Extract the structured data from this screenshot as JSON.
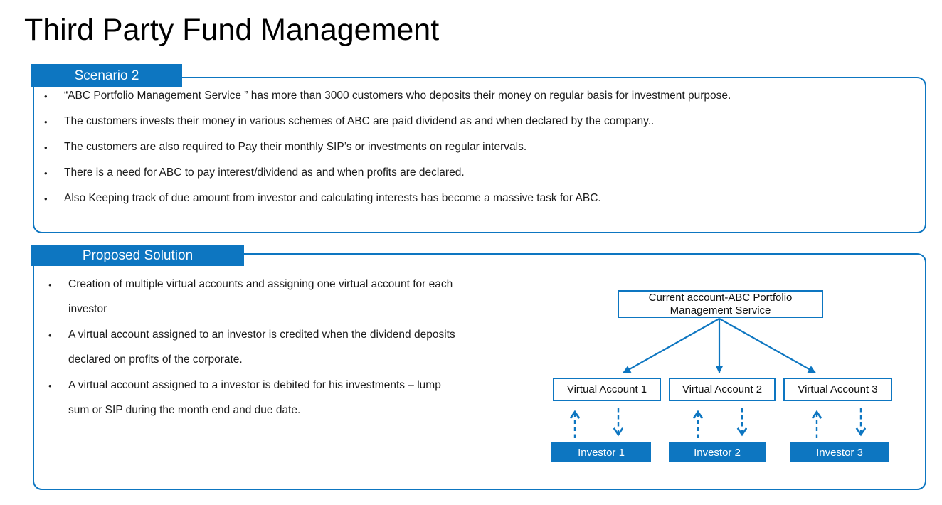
{
  "page": {
    "title": "Third Party Fund Management"
  },
  "colors": {
    "accent": "#0d76c1",
    "text": "#1b1b1b"
  },
  "scenario": {
    "tab_label": "Scenario 2",
    "bullets": [
      "“ABC Portfolio Management Service ” has more than 3000 customers who deposits their money on regular basis for investment purpose.",
      "The customers invests their money in various schemes of ABC are paid dividend as and when declared by the company..",
      "The customers are also required to Pay their monthly SIP’s or investments on regular intervals.",
      "There is a need for ABC to pay interest/dividend as and when profits are declared.",
      "Also Keeping track of due amount from investor and calculating interests has become a massive task for ABC."
    ]
  },
  "solution": {
    "tab_label": "Proposed Solution",
    "bullets": [
      "Creation of multiple virtual accounts and assigning one virtual account for each\ninvestor",
      "A virtual account assigned to an investor is credited when the dividend deposits\ndeclared on profits of the corporate.",
      "A virtual account assigned to a investor is debited for his investments – lump\nsum or SIP during the month end and due date."
    ]
  },
  "diagram": {
    "root_label": "Current account-ABC Portfolio Management Service",
    "virtual_accounts": [
      "Virtual Account 1",
      "Virtual Account 2",
      "Virtual Account 3"
    ],
    "investors": [
      "Investor 1",
      "Investor 2",
      "Investor 3"
    ]
  }
}
